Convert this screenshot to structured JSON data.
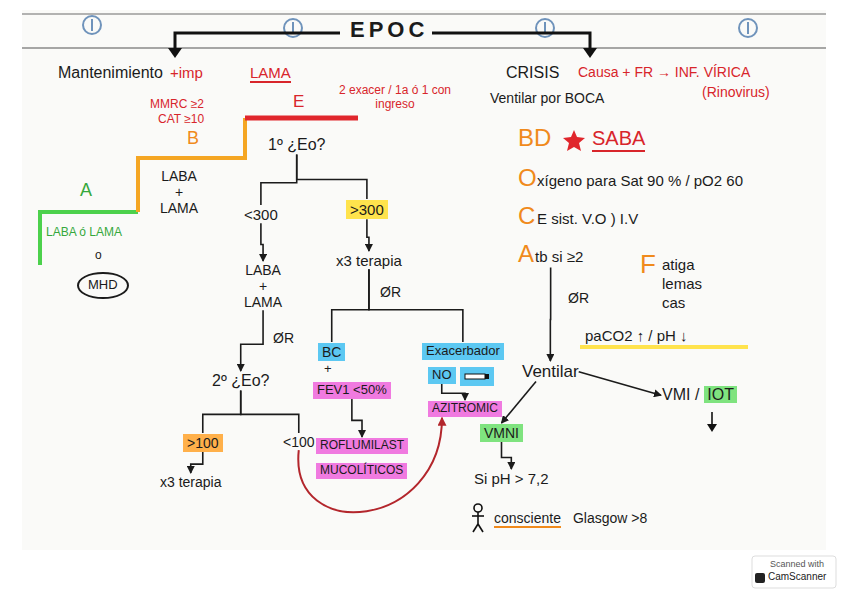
{
  "diagram": {
    "title": "EPOC",
    "nodes": [
      {
        "text": [
          "Mantenimiento"
        ]
      },
      {
        "text": [
          "A"
        ]
      },
      {
        "text": [
          "LABA ó LAMA"
        ]
      },
      {
        "text": [
          "MHD"
        ]
      },
      {
        "text": [
          "B"
        ]
      },
      {
        "text": [
          "LABA + LAMA"
        ]
      },
      {
        "text": [
          "E"
        ]
      },
      {
        "text": [
          "1º ¿Eo?"
        ]
      },
      {
        "text": [
          "<300"
        ]
      },
      {
        "text": [
          ">300"
        ]
      },
      {
        "text": [
          "LABA + LAMA"
        ]
      },
      {
        "text": [
          "x3 terapia"
        ]
      },
      {
        "text": [
          "2º ¿Eo?"
        ]
      },
      {
        "text": [
          ">100"
        ]
      },
      {
        "text": [
          "<100"
        ]
      },
      {
        "text": [
          "x3 terapia"
        ]
      },
      {
        "text": [
          "BC"
        ]
      },
      {
        "text": [
          "FEV1 <50%"
        ]
      },
      {
        "text": [
          "ROFLUMILAST"
        ]
      },
      {
        "text": [
          "MUCOLÍTICOS"
        ]
      },
      {
        "text": [
          "Exacerbador"
        ]
      },
      {
        "text": [
          "NO"
        ]
      },
      {
        "text": [
          "AZITROMIC"
        ]
      },
      {
        "text": [
          "CRISIS"
        ]
      },
      {
        "text": [
          "A",
          "tb si ≥2"
        ]
      },
      {
        "text": [
          "Ventilar"
        ]
      },
      {
        "text": [
          "VMNI"
        ]
      },
      {
        "text": [
          "VMI /",
          "IOT"
        ]
      },
      {
        "text": [
          "Si pH > 7,2"
        ]
      },
      {
        "text": [
          "consciente",
          "Glasgow >8"
        ]
      }
    ],
    "edges": [
      {
        "from": 7,
        "to": 8,
        "arrow": "none"
      },
      {
        "from": 7,
        "to": 9,
        "arrow": "none"
      },
      {
        "from": 8,
        "to": 10,
        "arrow": "to"
      },
      {
        "from": 9,
        "to": 11,
        "arrow": "to"
      },
      {
        "from": 10,
        "to": 12,
        "label": "ØR",
        "arrow": "to"
      },
      {
        "from": 11,
        "to": 16,
        "label": "ØR",
        "arrow": "none"
      },
      {
        "from": 11,
        "to": 20,
        "arrow": "none"
      },
      {
        "from": 12,
        "to": 13,
        "arrow": "none"
      },
      {
        "from": 12,
        "to": 14,
        "arrow": "none"
      },
      {
        "from": 13,
        "to": 15,
        "arrow": "to"
      },
      {
        "from": 17,
        "to": 18,
        "arrow": "to"
      },
      {
        "from": 14,
        "to": 22,
        "arrow": "to"
      },
      {
        "from": 21,
        "to": 22,
        "arrow": "to"
      },
      {
        "from": 24,
        "to": 25,
        "label": "ØR",
        "arrow": "to"
      },
      {
        "from": 25,
        "to": 26,
        "arrow": "to"
      },
      {
        "from": 25,
        "to": 27,
        "arrow": "to"
      },
      {
        "from": 26,
        "to": 28,
        "arrow": "to"
      }
    ],
    "labels": [
      "+imp",
      "LAMA",
      "2 exacer / 1a ó 1 con ingreso",
      "MMRC ≥2",
      "CAT ≥10",
      "o",
      "+",
      "Causa + FR → INF. VÍRICA",
      "(Rinovirus)",
      "Ventilar por BOCA",
      "BD",
      "SABA",
      "O",
      "xígeno para Sat 90 % / pO2 60",
      "C",
      "E sist. V.O ) I.V",
      "F",
      "atiga",
      "lemas",
      "cas",
      "paCO2 ↑ / pH ↓",
      "Scanned with",
      "CamScanner"
    ]
  }
}
